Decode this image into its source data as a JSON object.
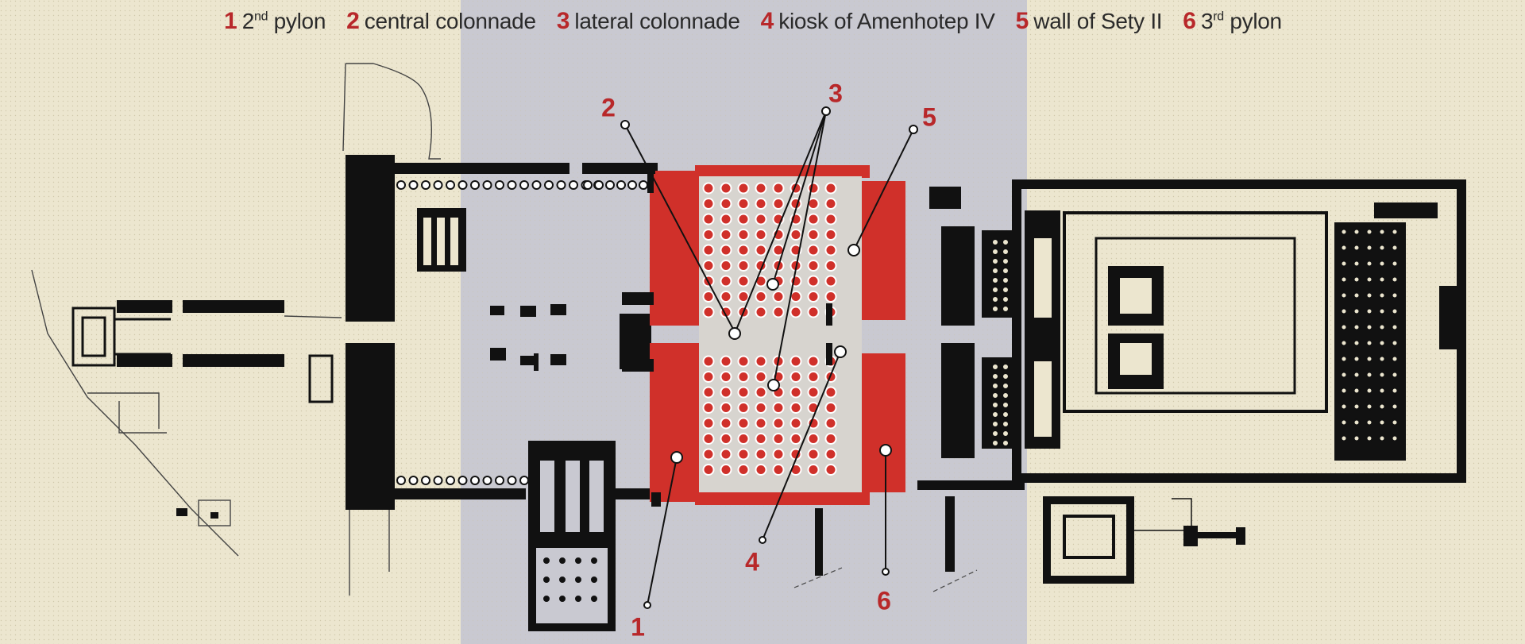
{
  "legend": {
    "items": [
      {
        "number": "1",
        "text": "2",
        "sup": "nd",
        "after": " pylon"
      },
      {
        "number": "2",
        "text": "central colonnade",
        "sup": "",
        "after": ""
      },
      {
        "number": "3",
        "text": "lateral colonnade",
        "sup": "",
        "after": ""
      },
      {
        "number": "4",
        "text": "kiosk of Amenhotep IV",
        "sup": "",
        "after": ""
      },
      {
        "number": "5",
        "text": "wall of Sety II",
        "sup": "",
        "after": ""
      },
      {
        "number": "6",
        "text": "3",
        "sup": "rd",
        "after": " pylon"
      }
    ]
  },
  "callouts": [
    "1",
    "2",
    "3",
    "4",
    "5",
    "6"
  ],
  "colors": {
    "background": "#ece6cf",
    "highlight_band": "#c9c9d1",
    "wall": "#111111",
    "red_area": "#d0302a",
    "inner_area": "#d7d4cf",
    "label_red": "#b8282a"
  }
}
